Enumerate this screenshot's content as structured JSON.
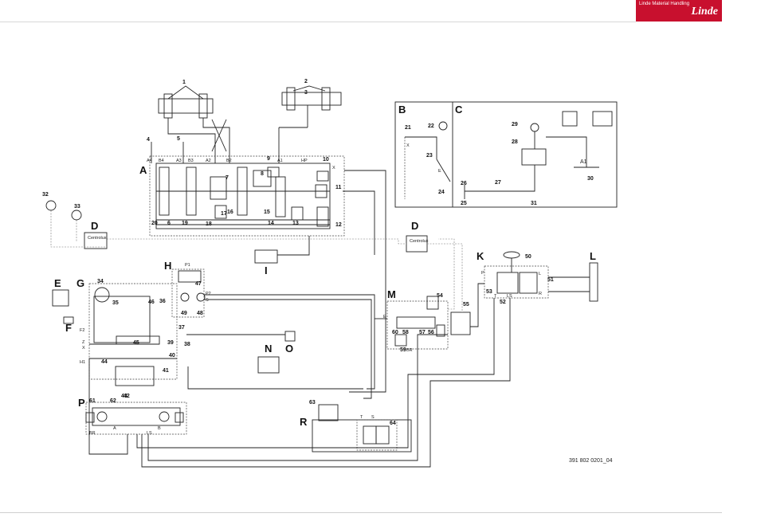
{
  "header": {
    "brand_text": "Linde Material Handling",
    "logo": "Linde"
  },
  "drawing_number": "391 802 0201_04",
  "sections": [
    "A",
    "B",
    "C",
    "D",
    "D",
    "E",
    "F",
    "G",
    "H",
    "I",
    "K",
    "L",
    "M",
    "N",
    "O",
    "P",
    "R"
  ],
  "numbers": [
    "1",
    "2",
    "3",
    "4",
    "5",
    "6",
    "7",
    "8",
    "9",
    "10",
    "11",
    "12",
    "13",
    "14",
    "15",
    "16",
    "17",
    "18",
    "19",
    "20",
    "21",
    "22",
    "23",
    "24",
    "25",
    "26",
    "27",
    "28",
    "29",
    "30",
    "31",
    "32",
    "33",
    "34",
    "35",
    "36",
    "37",
    "38",
    "39",
    "40",
    "41",
    "42",
    "43",
    "44",
    "45",
    "46",
    "47",
    "48",
    "49",
    "50",
    "51",
    "52",
    "53",
    "54",
    "55",
    "56",
    "57",
    "58",
    "59",
    "60",
    "61",
    "62",
    "63",
    "64"
  ],
  "port_labels": [
    "A4",
    "B4",
    "A3",
    "B3",
    "A2",
    "B2",
    "A1",
    "HP",
    "X",
    "P1",
    "P2",
    "S",
    "F2",
    "Z",
    "X",
    "H1",
    "E",
    "T",
    "S",
    "BR",
    "P",
    "L",
    "R",
    "T",
    "LS",
    "A",
    "B",
    "BR",
    "LS",
    "A1",
    "X",
    "E"
  ],
  "device_label": "Centrolux"
}
